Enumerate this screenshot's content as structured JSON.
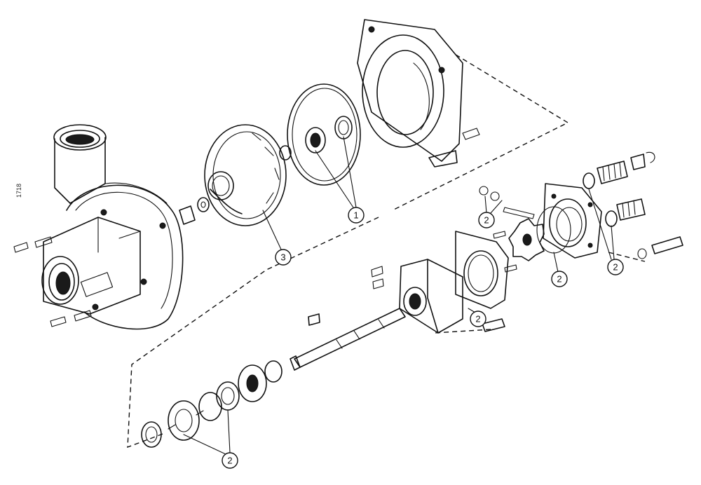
{
  "diagram": {
    "side_code": "1718",
    "callouts": [
      {
        "id": "callout-1",
        "label": "1"
      },
      {
        "id": "callout-3",
        "label": "3"
      },
      {
        "id": "callout-2-a",
        "label": "2"
      },
      {
        "id": "callout-2-b",
        "label": "2"
      },
      {
        "id": "callout-2-c",
        "label": "2"
      },
      {
        "id": "callout-2-d",
        "label": "2"
      },
      {
        "id": "callout-2-e",
        "label": "2"
      }
    ]
  }
}
